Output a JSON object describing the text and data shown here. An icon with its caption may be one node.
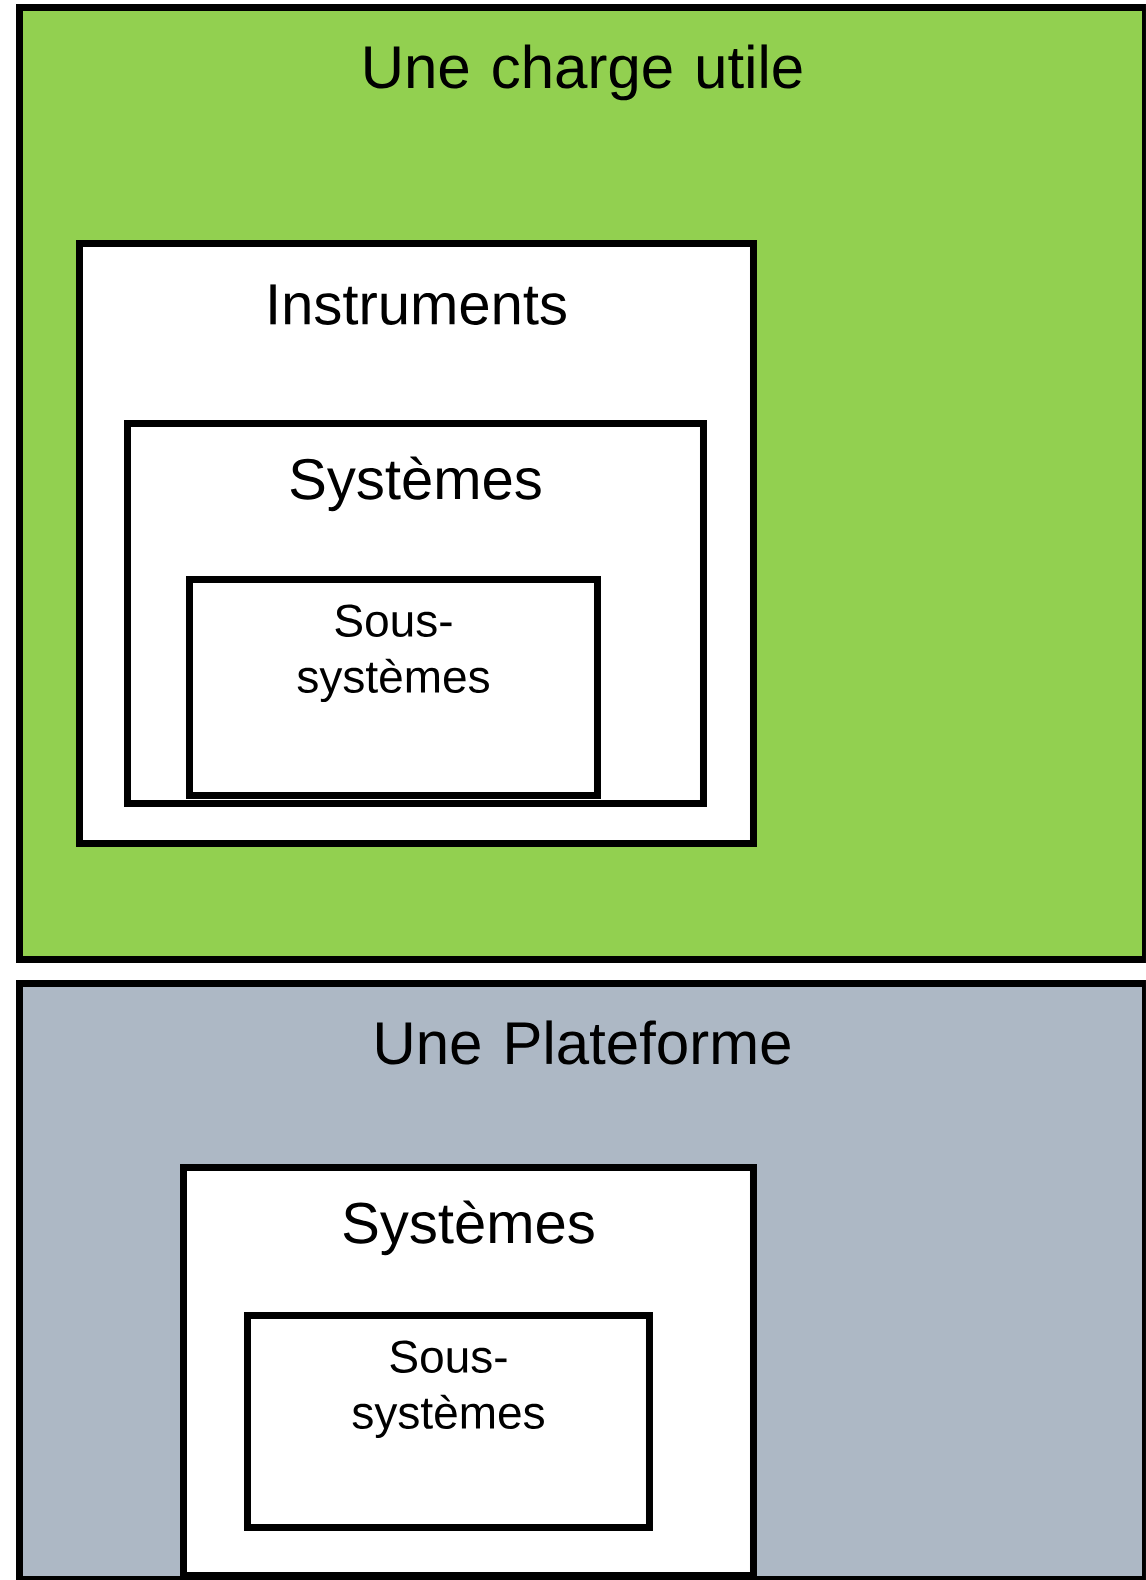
{
  "diagram": {
    "nodes": [
      {
        "text": [
          "Une charge utile"
        ]
      },
      {
        "text": [
          "Instruments"
        ],
        "in": 0
      },
      {
        "text": [
          "Systèmes"
        ],
        "in": 1
      },
      {
        "text": [
          "Sous-systèmes"
        ],
        "in": 2
      },
      {
        "text": [
          "Une Plateforme"
        ]
      },
      {
        "text": [
          "Systèmes"
        ],
        "in": 4
      },
      {
        "text": [
          "Sous-systèmes"
        ],
        "in": 5
      }
    ]
  }
}
